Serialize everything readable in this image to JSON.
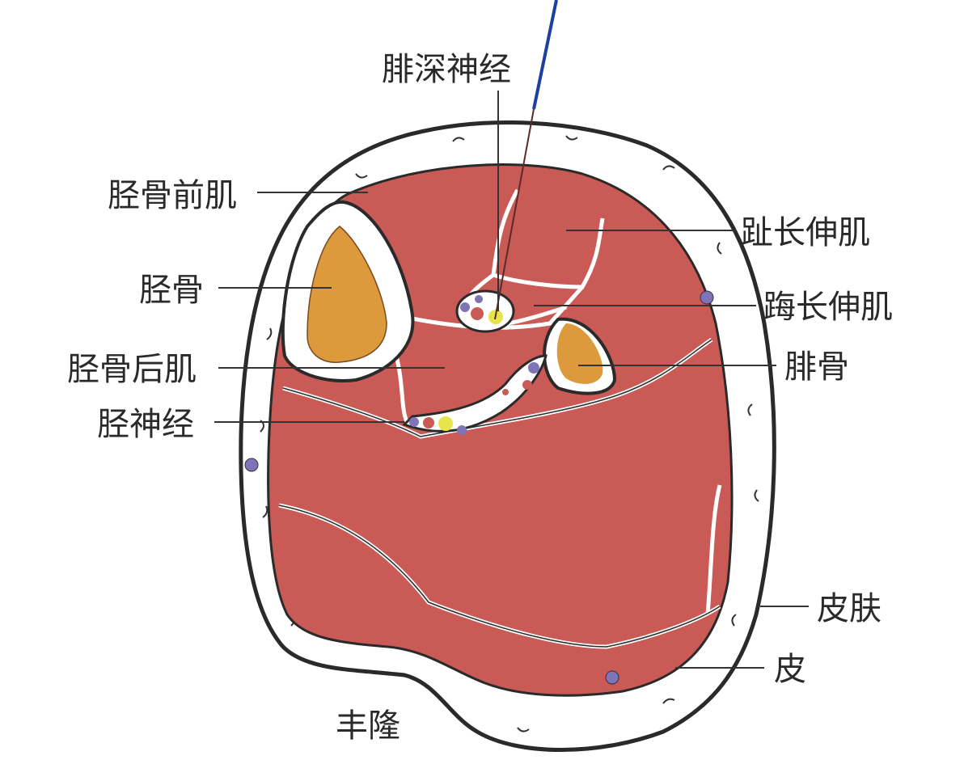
{
  "labels": {
    "deep_peroneal_nerve": "腓深神经",
    "tibialis_anterior": "胫骨前肌",
    "extensor_digitorum_longus": "趾长伸肌",
    "tibia": "胫骨",
    "extensor_hallucis_longus": "踇长伸肌",
    "tibialis_posterior": "胫骨后肌",
    "fibula": "腓骨",
    "tibial_nerve": "胫神经",
    "skin": "皮肤",
    "subcutaneous": "皮",
    "fenglong": "丰隆"
  },
  "colors": {
    "muscle": "#c95a55",
    "bone": "#dc9a3c",
    "skin": "#ffffff",
    "outline": "#2a2a2a",
    "needle": "#1c3fa0",
    "nerve": "#e6e64a",
    "vein": "#7f74b8"
  }
}
